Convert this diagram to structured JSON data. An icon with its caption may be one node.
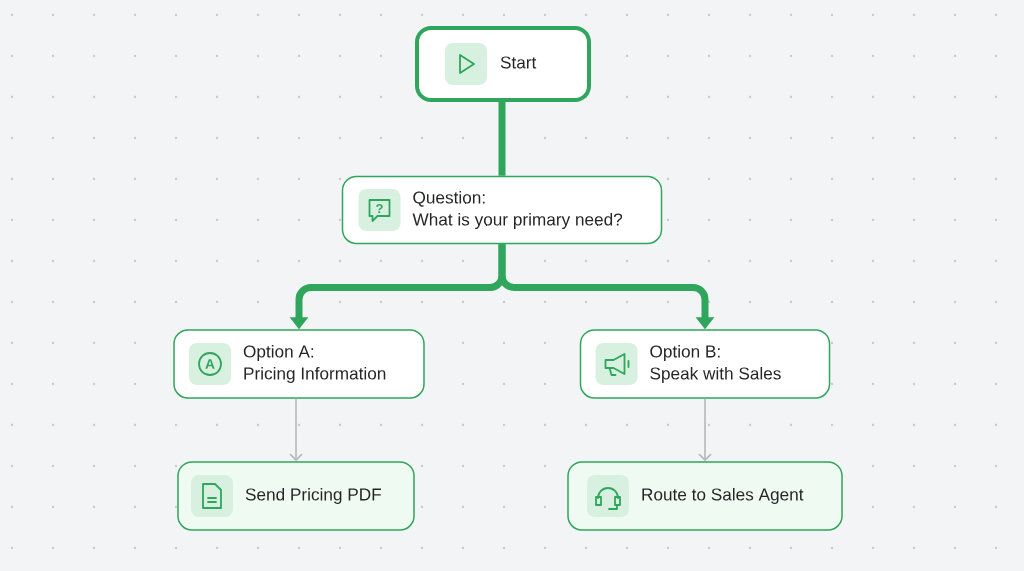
{
  "diagram": {
    "nodes": [
      {
        "text": [
          "Start"
        ]
      },
      {
        "text": [
          "Question:",
          "What is your primary need?"
        ]
      },
      {
        "text": [
          "Option A:",
          "Pricing Information"
        ]
      },
      {
        "text": [
          "Option B:",
          "Speak with Sales"
        ]
      },
      {
        "text": [
          "Send Pricing PDF"
        ]
      },
      {
        "text": [
          "Route to Sales Agent"
        ]
      }
    ],
    "edges": [
      {
        "from": 0,
        "to": 1,
        "arrow": "none"
      },
      {
        "from": 1,
        "to": 2,
        "arrow": "to"
      },
      {
        "from": 1,
        "to": 3,
        "arrow": "to"
      },
      {
        "from": 2,
        "to": 4,
        "arrow": "to",
        "color": "#b5b8bc"
      },
      {
        "from": 3,
        "to": 5,
        "arrow": "to",
        "color": "#b5b8bc"
      }
    ],
    "labels": [
      "?",
      "A"
    ]
  }
}
